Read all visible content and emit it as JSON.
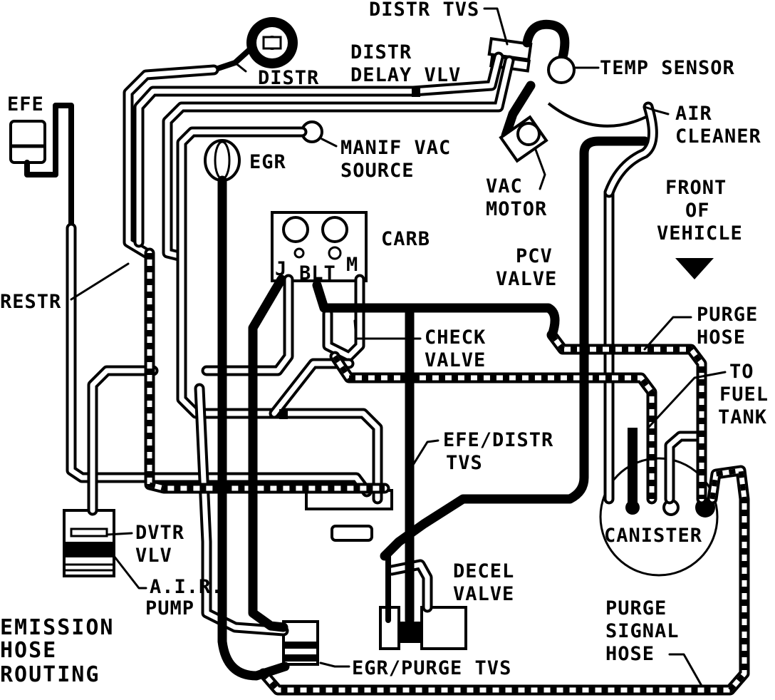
{
  "title_lines": [
    "EMISSION",
    "HOSE",
    "ROUTING"
  ],
  "labels": {
    "distr_tvs": "DISTR TVS",
    "distr_delay_vlv_1": "DISTR",
    "distr_delay_vlv_2": "DELAY VLV",
    "temp_sensor": "TEMP SENSOR",
    "distr": "DISTR",
    "efe": "EFE",
    "air_cleaner_1": "AIR",
    "air_cleaner_2": "CLEANER",
    "manif_vac_1": "MANIF VAC",
    "manif_vac_2": "SOURCE",
    "egr": "EGR",
    "vac_motor_1": "VAC",
    "vac_motor_2": "MOTOR",
    "front_1": "FRONT",
    "front_2": "OF",
    "front_3": "VEHICLE",
    "carb": "CARB",
    "port_j": "J",
    "port_blt": "BLT",
    "port_m": "M",
    "pcv_1": "PCV",
    "pcv_2": "VALVE",
    "restr": "RESTR",
    "purge_hose_1": "PURGE",
    "purge_hose_2": "HOSE",
    "check_valve_1": "CHECK",
    "check_valve_2": "VALVE",
    "to_fuel_tank_1": "TO",
    "to_fuel_tank_2": "FUEL",
    "to_fuel_tank_3": "TANK",
    "efe_distr_tvs_1": "EFE/DISTR",
    "efe_distr_tvs_2": "TVS",
    "canister": "CANISTER",
    "dvtr_vlv_1": "DVTR",
    "dvtr_vlv_2": "VLV",
    "air_pump_1": "A.I.R.",
    "air_pump_2": "PUMP",
    "decel_valve_1": "DECEL",
    "decel_valve_2": "VALVE",
    "purge_signal_1": "PURGE",
    "purge_signal_2": "SIGNAL",
    "purge_signal_3": "HOSE",
    "egr_purge_tvs": "EGR/PURGE TVS"
  },
  "colors": {
    "line": "#000000",
    "background": "#ffffff"
  }
}
